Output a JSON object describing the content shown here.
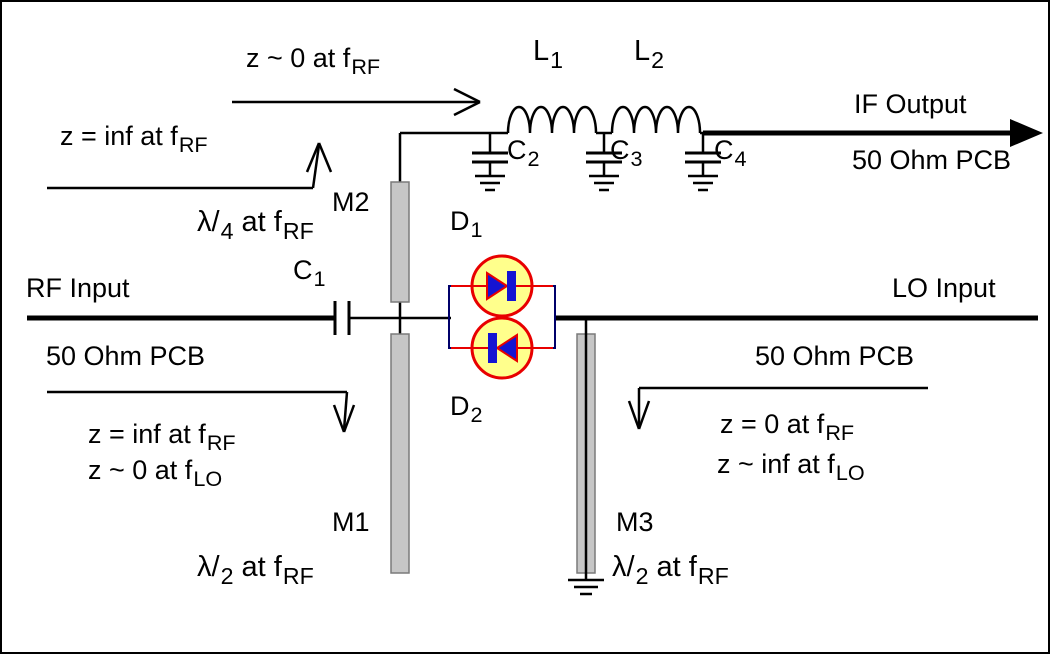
{
  "colors": {
    "background": "#ffffff",
    "wire": "#000000",
    "stub_fill": "#c6c6c6",
    "stub_stroke": "#7a7a7a",
    "diode_circle_fill": "#ffff8c",
    "diode_red": "#e80000",
    "diode_blue": "#1414d2",
    "diode_box_stroke": "#00006a"
  },
  "ports": {
    "rf_input": {
      "label": "RF Input",
      "impedance": "50 Ohm PCB"
    },
    "lo_input": {
      "label": "LO Input",
      "impedance": "50 Ohm PCB"
    },
    "if_output": {
      "label": "IF Output",
      "impedance": "50 Ohm PCB"
    }
  },
  "components": {
    "c1": {
      "ref": "C",
      "sub": "1"
    },
    "c2": {
      "ref": "C",
      "sub": "2"
    },
    "c3": {
      "ref": "C",
      "sub": "3"
    },
    "c4": {
      "ref": "C",
      "sub": "4"
    },
    "l1": {
      "ref": "L",
      "sub": "1"
    },
    "l2": {
      "ref": "L",
      "sub": "2"
    },
    "d1": {
      "ref": "D",
      "sub": "1"
    },
    "d2": {
      "ref": "D",
      "sub": "2"
    },
    "m1": {
      "ref": "M1"
    },
    "m2": {
      "ref": "M2"
    },
    "m3": {
      "ref": "M3"
    }
  },
  "annotations": {
    "if_path_impedance": {
      "text": "z ~ 0 at f",
      "sub": "RF"
    },
    "m2_top_impedance": {
      "text": "z = inf at f",
      "sub": "RF"
    },
    "m2_length": {
      "pre": "λ/",
      "den": "4",
      "mid": " at f",
      "sub": "RF"
    },
    "m1_node_impedance_rf": {
      "text": "z = inf at f",
      "sub": "RF"
    },
    "m1_node_impedance_lo": {
      "text": "z ~ 0 at f",
      "sub": "LO"
    },
    "m3_node_impedance_rf": {
      "text": "z = 0 at f",
      "sub": "RF"
    },
    "m3_node_impedance_lo": {
      "text": "z ~ inf at f",
      "sub": "LO"
    },
    "m1_length": {
      "pre": "λ/",
      "den": "2",
      "mid": " at f",
      "sub": "RF"
    },
    "m3_length": {
      "pre": "λ/",
      "den": "2",
      "mid": " at f",
      "sub": "RF"
    }
  }
}
